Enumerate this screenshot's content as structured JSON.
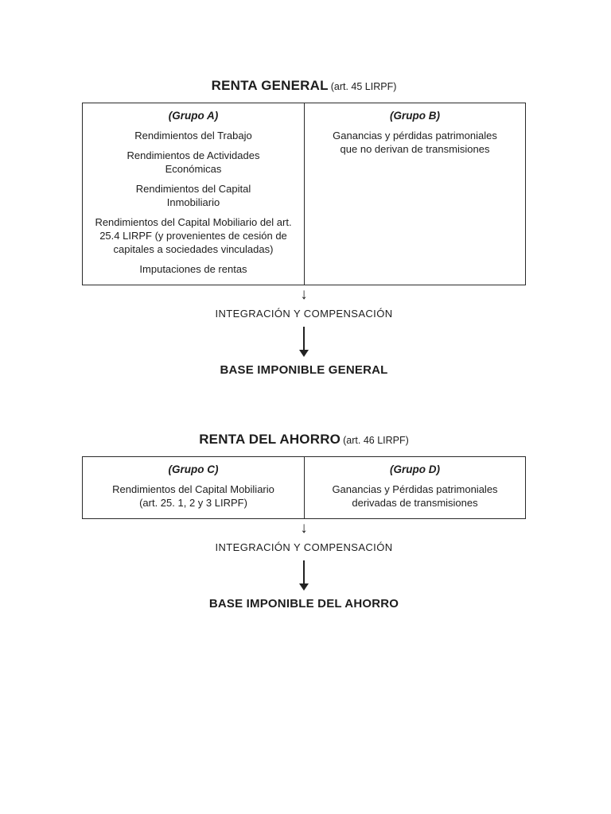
{
  "page": {
    "background_color": "#ffffff",
    "ink_color": "#1d1d1d",
    "border_color": "#2a2a2a"
  },
  "icons": {
    "down_arrow_glyph": "↓"
  },
  "sections": [
    {
      "title": "RENTA GENERAL",
      "title_ref": "(art. 45 LIRPF)",
      "groups": [
        {
          "header": "(Grupo A)",
          "items": [
            "Rendimientos del Trabajo",
            "Rendimientos de Actividades Económicas",
            "Rendimientos del Capital Inmobiliario",
            "Rendimientos del Capital Mobiliario del art. 25.4 LIRPF (y provenientes de cesión de capitales a sociedades vinculadas)",
            "Imputaciones de rentas"
          ]
        },
        {
          "header": "(Grupo B)",
          "items": [
            "Ganancias y pérdidas patrimoniales que no derivan de transmisiones"
          ]
        }
      ],
      "process_label": "INTEGRACIÓN Y COMPENSACIÓN",
      "result_label": "BASE IMPONIBLE GENERAL"
    },
    {
      "title": "RENTA DEL AHORRO",
      "title_ref": "(art. 46 LIRPF)",
      "groups": [
        {
          "header": "(Grupo C)",
          "items": [
            "Rendimientos del Capital Mobiliario (art. 25. 1, 2 y 3 LIRPF)"
          ]
        },
        {
          "header": "(Grupo D)",
          "items": [
            "Ganancias y Pérdidas patrimoniales derivadas de transmisiones"
          ]
        }
      ],
      "process_label": "INTEGRACIÓN Y COMPENSACIÓN",
      "result_label": "BASE IMPONIBLE DEL AHORRO"
    }
  ]
}
